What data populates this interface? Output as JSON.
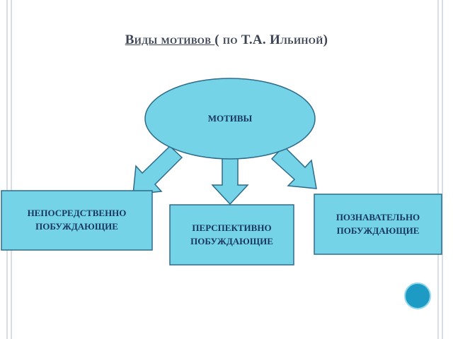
{
  "title": {
    "main": "Виды мотивов ",
    "sub": "( по Т.А. Ильиной)"
  },
  "diagram": {
    "center": "МОТИВЫ",
    "boxes": [
      "НЕПОСРЕДСТВЕННО\nПОБУЖДАЮЩИЕ",
      "ПЕРСПЕКТИВНО\nПОБУЖДАЮЩИЕ",
      "ПОЗНАВАТЕЛЬНО\nПОБУЖДАЮЩИЕ"
    ]
  },
  "colors": {
    "shape_fill": "#75d3e7",
    "shape_stroke": "#2e6b8a",
    "text": "#17375e",
    "dot": "#1e9bc4",
    "edge_lines": "#d8dde6"
  }
}
